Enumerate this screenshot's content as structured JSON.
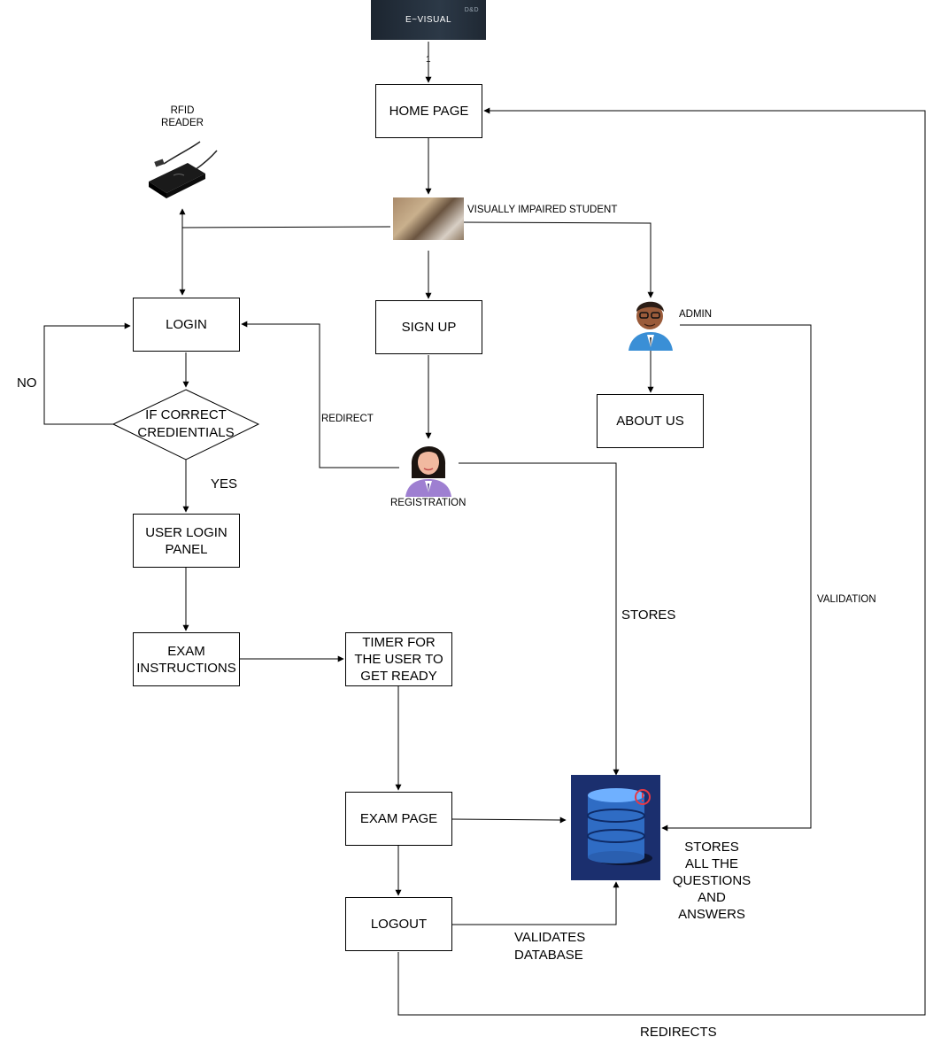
{
  "logo": {
    "text": "E~VISUAL",
    "deco": "D&D"
  },
  "nodes": {
    "home_page": "HOME PAGE",
    "login": "LOGIN",
    "sign_up": "SIGN UP",
    "about_us": "ABOUT US",
    "decision": "IF CORRECT CREDIENTIALS",
    "user_login_panel": "USER LOGIN PANEL",
    "exam_instructions": "EXAM INSTRUCTIONS",
    "timer": "TIMER FOR THE USER  TO GET READY",
    "exam_page": "EXAM PAGE",
    "logout": "LOGOUT"
  },
  "labels": {
    "step_1": "1",
    "rfid_reader_line1": "RFID",
    "rfid_reader_line2": "READER",
    "visually_impaired_student": "VISUALLY IMPAIRED STUDENT",
    "admin": "ADMIN",
    "registration": "REGISTRATION",
    "no": "NO",
    "yes": "YES",
    "redirect": "REDIRECT",
    "stores": "STORES",
    "validation": "VALIDATION",
    "stores_all_1": "STORES",
    "stores_all_2": "ALL THE",
    "stores_all_3": "QUESTIONS",
    "stores_all_4": "AND",
    "stores_all_5": "ANSWERS",
    "validates_1": "VALIDATES",
    "validates_2": "DATABASE",
    "redirects": "REDIRECTS"
  },
  "colors": {
    "line": "#000000",
    "database_bg": "#1b2f6e",
    "database_cylinder": "#3a7bd5",
    "alert": "#e63946"
  }
}
